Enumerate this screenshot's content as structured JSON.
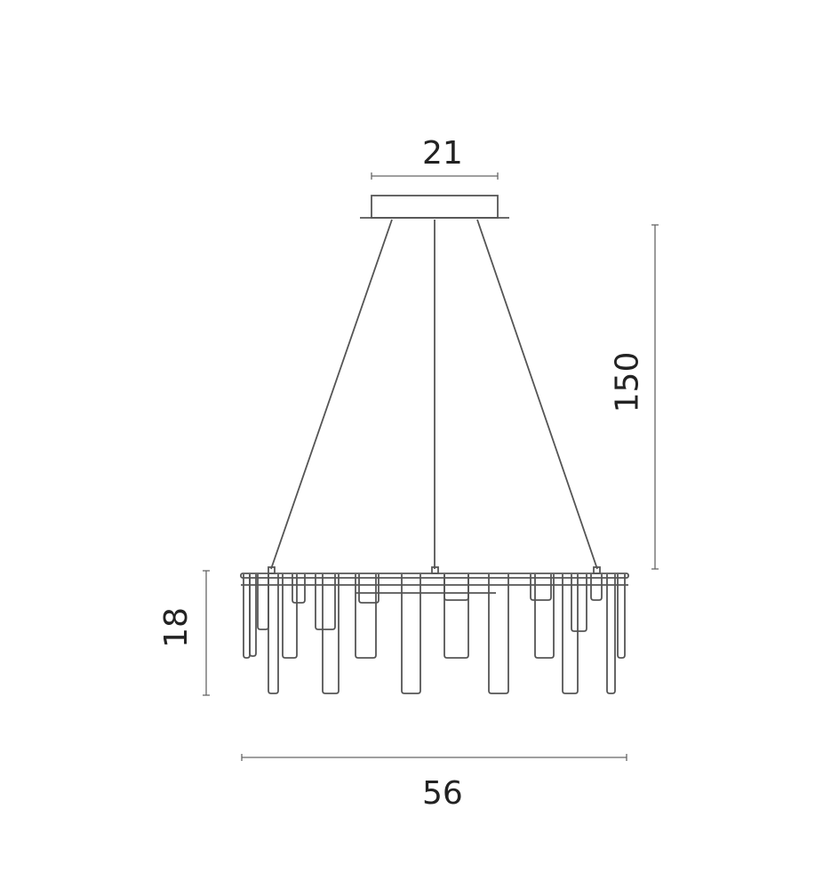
{
  "dimensions": {
    "canopy_width": "21",
    "drop_height": "150",
    "body_height": "18",
    "overall_width": "56"
  },
  "colors": {
    "line": "#555555",
    "dim_line": "#666666",
    "text": "#222222"
  }
}
